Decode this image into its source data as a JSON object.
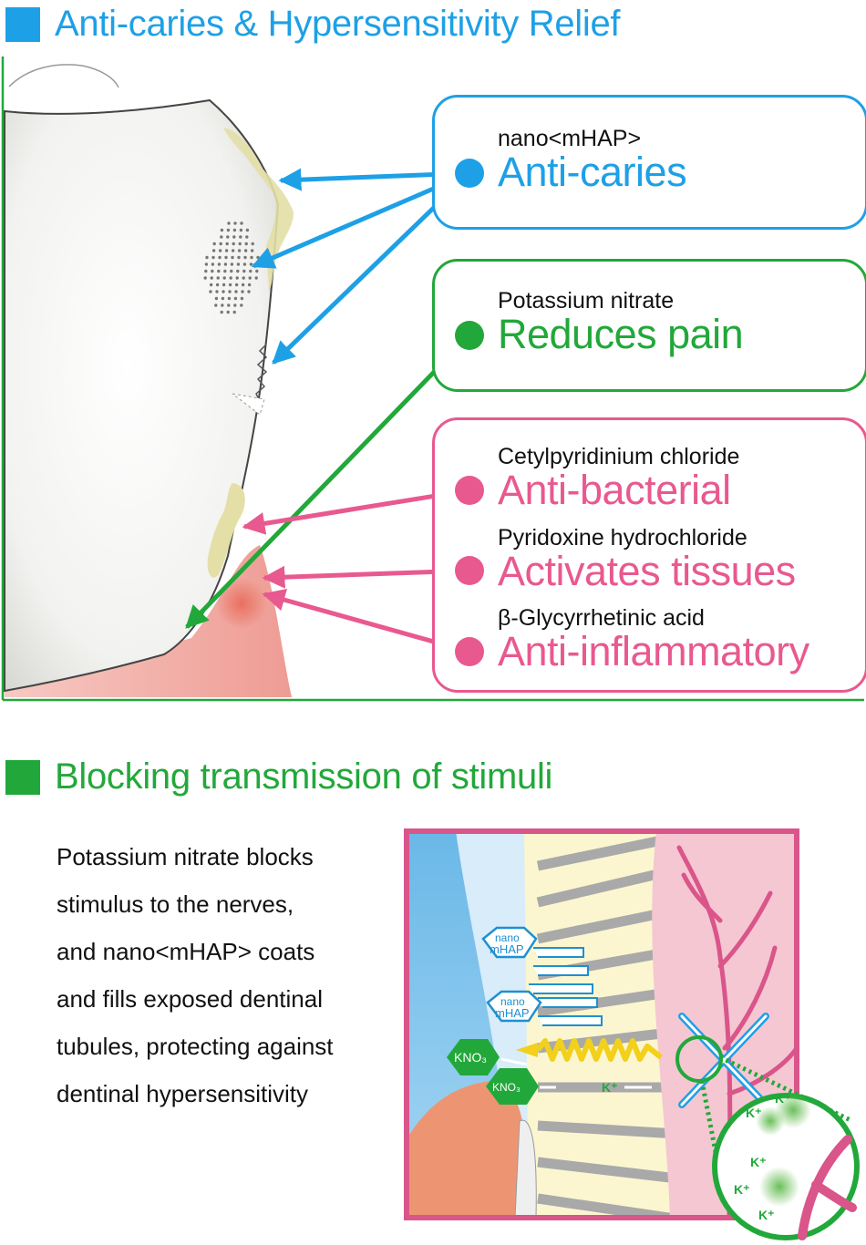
{
  "section1": {
    "title": "Anti-caries & Hypersensitivity Relief",
    "color": "#1ea0e6"
  },
  "section2": {
    "title": "Blocking transmission of stimuli",
    "color": "#22a83a"
  },
  "callouts": {
    "blue": {
      "sub": "nano<mHAP>",
      "label": "Anti-caries",
      "color": "#1ea0e6"
    },
    "green": {
      "sub": "Potassium nitrate",
      "label": "Reduces pain",
      "color": "#22a83a"
    },
    "pink": [
      {
        "sub": "Cetylpyridinium chloride",
        "label": "Anti-bacterial"
      },
      {
        "sub": "Pyridoxine hydrochloride",
        "label": "Activates tissues"
      },
      {
        "sub": "β-Glycyrrhetinic acid",
        "label": "Anti-inflammatory"
      }
    ],
    "pink_color": "#e8598f"
  },
  "description": [
    "Potassium nitrate blocks",
    "stimulus to the nerves,",
    "and nano<mHAP> coats",
    "and fills  exposed dentinal",
    "tubules, protecting against",
    "dentinal hypersensitivity"
  ],
  "diagram_labels": {
    "nano1_top": "nano",
    "nano1_bottom": "mHAP",
    "nano2_top": "nano",
    "nano2_bottom": "mHAP",
    "kno3_1": "KNO₃",
    "kno3_2": "KNO₃",
    "k_ion": "K⁺"
  }
}
